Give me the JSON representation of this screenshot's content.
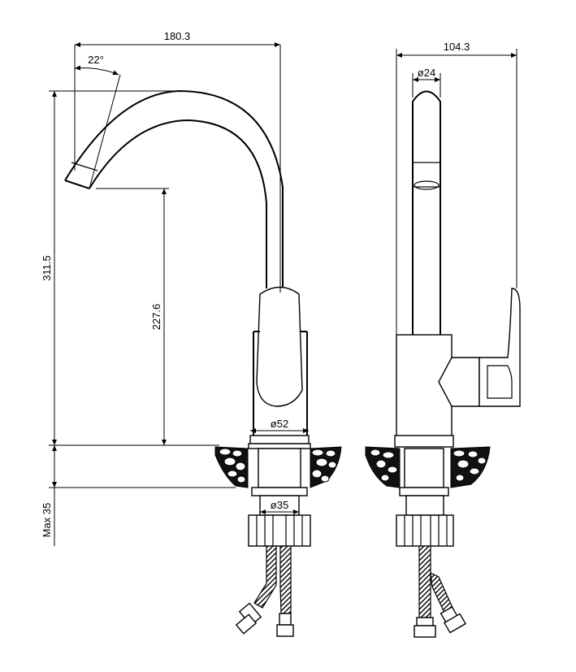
{
  "dimensions": {
    "overall_reach": "180.3",
    "swivel_angle": "22°",
    "overall_height": "311.5",
    "spout_clearance": "227.6",
    "base_diameter": "ø52",
    "mount_hole_diameter": "ø35",
    "max_deck_thickness": "Max 35",
    "side_depth": "104.3",
    "spout_diameter": "ø24"
  }
}
